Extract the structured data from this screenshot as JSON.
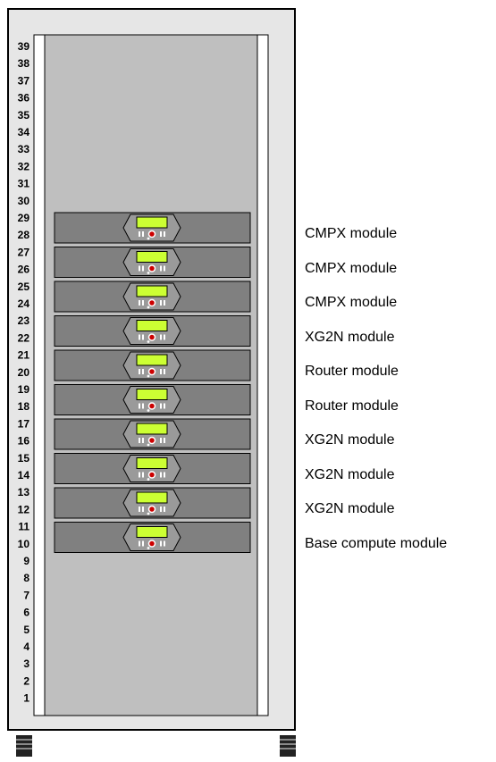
{
  "rack": {
    "units": [
      "39",
      "38",
      "37",
      "36",
      "35",
      "34",
      "33",
      "32",
      "31",
      "30",
      "29",
      "28",
      "27",
      "26",
      "25",
      "24",
      "23",
      "22",
      "21",
      "20",
      "19",
      "18",
      "17",
      "16",
      "15",
      "14",
      "13",
      "12",
      "11",
      "10",
      "9",
      "8",
      "7",
      "6",
      "5",
      "4",
      "3",
      "2",
      "1"
    ]
  },
  "modules": [
    {
      "name": "CMPX module"
    },
    {
      "name": "CMPX module"
    },
    {
      "name": "CMPX module"
    },
    {
      "name": "XG2N module"
    },
    {
      "name": "Router module"
    },
    {
      "name": "Router module"
    },
    {
      "name": "XG2N module"
    },
    {
      "name": "XG2N module"
    },
    {
      "name": "XG2N module"
    },
    {
      "name": "Base compute module"
    }
  ],
  "colors": {
    "cabinet_frame": "#e6e6e6",
    "rack_interior": "#bfbfbf",
    "module_body": "#808080",
    "lcd": "#ccff33",
    "label_text": "#000000"
  }
}
